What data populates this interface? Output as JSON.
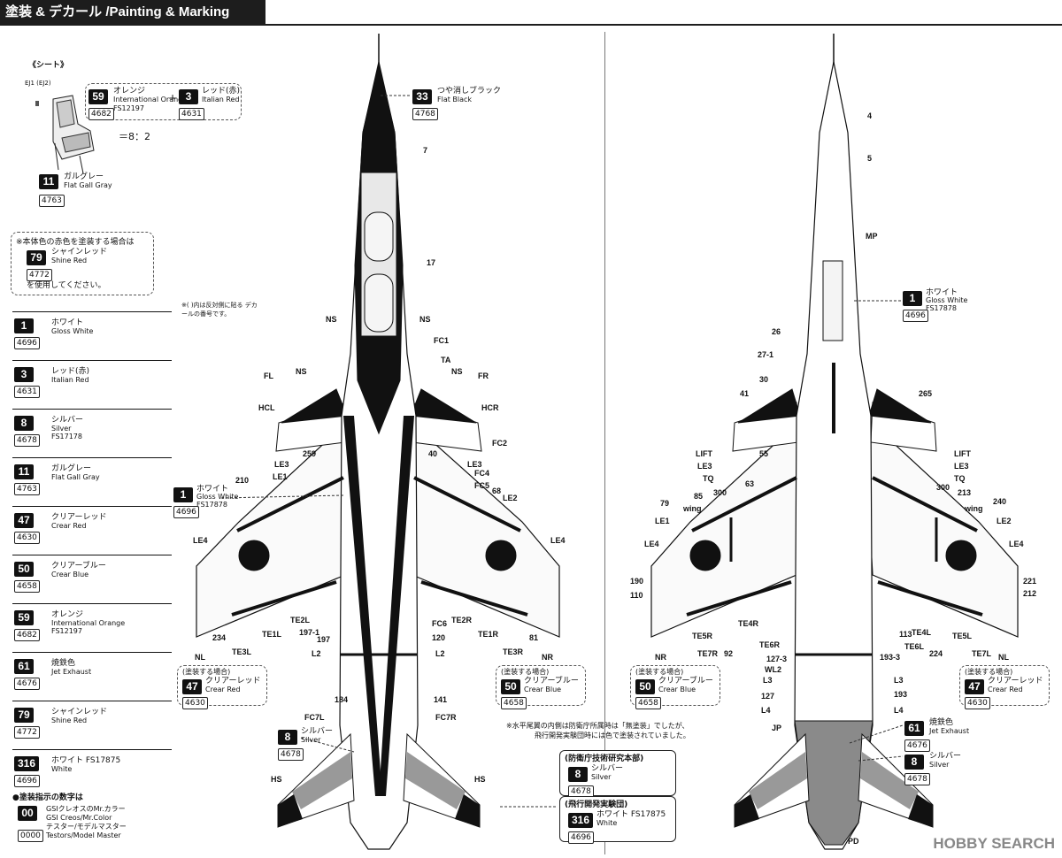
{
  "title": "塗装 & デカール /Painting & Marking",
  "sheet": {
    "heading": "《シート》",
    "ej_label": "EJ1 (EJ2)",
    "mix": {
      "a": {
        "num": "59",
        "name": "オレンジ",
        "en": "International Orange",
        "code": "4682",
        "fs": "FS12197"
      },
      "plus": "+",
      "b": {
        "num": "3",
        "name": "レッド(赤)",
        "en": "Italian Red",
        "code": "4631"
      },
      "ratio": "＝8：2"
    },
    "seat_color": {
      "num": "11",
      "name": "ガルグレー",
      "en": "Flat Gall Gray",
      "code": "4763"
    }
  },
  "body_note": {
    "line1": "※本体色の赤色を塗装する場合は",
    "num": "79",
    "name": "シャインレッド",
    "en": "Shine Red",
    "code": "4772",
    "line2": "を使用してください。"
  },
  "decal_note": "※( )内は反対側に貼る デカールの番号です。",
  "legend": [
    {
      "num": "1",
      "name": "ホワイト",
      "en": "Gloss White",
      "code": "4696",
      "fs": ""
    },
    {
      "num": "3",
      "name": "レッド(赤)",
      "en": "Italian Red",
      "code": "4631",
      "fs": ""
    },
    {
      "num": "8",
      "name": "シルバー",
      "en": "Silver",
      "code": "4678",
      "fs": "FS17178"
    },
    {
      "num": "11",
      "name": "ガルグレー",
      "en": "Flat Gall Gray",
      "code": "4763",
      "fs": ""
    },
    {
      "num": "47",
      "name": "クリアーレッド",
      "en": "Crear Red",
      "code": "4630",
      "fs": ""
    },
    {
      "num": "50",
      "name": "クリアーブルー",
      "en": "Crear Blue",
      "code": "4658",
      "fs": ""
    },
    {
      "num": "59",
      "name": "オレンジ",
      "en": "International Orange",
      "code": "4682",
      "fs": "FS12197"
    },
    {
      "num": "61",
      "name": "焼鉄色",
      "en": "Jet Exhaust",
      "code": "4676",
      "fs": ""
    },
    {
      "num": "79",
      "name": "シャインレッド",
      "en": "Shine Red",
      "code": "4772",
      "fs": ""
    },
    {
      "num": "316",
      "name": "ホワイト FS17875",
      "en": "White",
      "code": "4696",
      "fs": ""
    }
  ],
  "paint_key": {
    "heading": "●塗装指示の数字は",
    "a_num": "00",
    "a_text1": "GSIクレオスのMr.カラー",
    "a_text2": "GSI Creos/Mr.Color",
    "b_num": "0000",
    "b_text1": "テスター/モデルマスター",
    "b_text2": "Testors/Model Master"
  },
  "callouts": {
    "flat_black": {
      "num": "33",
      "name": "つや消しブラック",
      "en": "Flat Black",
      "code": "4768"
    },
    "gloss_white_l": {
      "num": "1",
      "name": "ホワイト",
      "en": "Gloss White",
      "code": "4696",
      "fs": "FS17878"
    },
    "gloss_white_r": {
      "num": "1",
      "name": "ホワイト",
      "en": "Gloss White",
      "code": "4696",
      "fs": "FS17878"
    },
    "clear_red_l": {
      "head": "(塗装する場合)",
      "num": "47",
      "name": "クリアーレッド",
      "en": "Crear Red",
      "code": "4630"
    },
    "clear_blue_l": {
      "head": "(塗装する場合)",
      "num": "50",
      "name": "クリアーブルー",
      "en": "Crear Blue",
      "code": "4658"
    },
    "clear_blue_r": {
      "head": "(塗装する場合)",
      "num": "50",
      "name": "クリアーブルー",
      "en": "Crear Blue",
      "code": "4658"
    },
    "clear_red_r": {
      "head": "(塗装する場合)",
      "num": "47",
      "name": "クリアーレッド",
      "en": "Crear Red",
      "code": "4630"
    },
    "silver_l": {
      "num": "8",
      "name": "シルバー",
      "en": "Silver",
      "code": "4678"
    },
    "jet_exhaust": {
      "num": "61",
      "name": "焼鉄色",
      "en": "Jet Exhaust",
      "code": "4676"
    },
    "silver_r": {
      "num": "8",
      "name": "シルバー",
      "en": "Silver",
      "code": "4678"
    }
  },
  "tail_note": {
    "line1": "※水平尾翼の内側は防衛庁所属時は「無塗装」でしたが、",
    "line2": "飛行開発実験団時には色で塗装されていました。"
  },
  "units": {
    "u1_title": "(防衛庁技術研究本部)",
    "u1": {
      "num": "8",
      "name": "シルバー",
      "en": "Silver",
      "code": "4678"
    },
    "u2_title": "(飛行開発実験団)",
    "u2": {
      "num": "316",
      "name": "ホワイト FS17875",
      "en": "White",
      "code": "4696"
    }
  },
  "labels_left": {
    "l7": "7",
    "l17": "17",
    "ns1": "NS",
    "ns2": "NS",
    "ns3": "NS",
    "ns4": "NS",
    "fc1": "FC1",
    "ta": "TA",
    "fl": "FL",
    "fr": "FR",
    "hcl": "HCL",
    "hcr": "HCR",
    "fc2": "FC2",
    "l259": "259",
    "l40": "40",
    "le3a": "LE3",
    "le3b": "LE3",
    "le1": "LE1",
    "l210": "210",
    "fc4": "FC4",
    "fc5": "FC5",
    "l68": "68",
    "le2": "LE2",
    "le4a": "LE4",
    "le4b": "LE4",
    "te2l": "TE2L",
    "te2r": "TE2R",
    "l197_1": "197-1",
    "l197": "197",
    "fc6": "FC6",
    "l120": "120",
    "te1l": "TE1L",
    "te1r": "TE1R",
    "l234": "234",
    "te3l": "TE3L",
    "te3r": "TE3R",
    "l81": "81",
    "nl": "NL",
    "nr": "NR",
    "l2a": "L2",
    "l2b": "L2",
    "l184": "184",
    "l141": "141",
    "fc7l": "FC7L",
    "fc7r": "FC7R",
    "hs1": "HS",
    "hs2": "HS"
  },
  "labels_right": {
    "l4": "4",
    "l5": "5",
    "mp": "MP",
    "l26": "26",
    "l27_1": "27-1",
    "l30": "30",
    "l41": "41",
    "l265": "265",
    "lift1": "LIFT",
    "lift2": "LIFT",
    "le3a": "LE3",
    "le3b": "LE3",
    "tq1": "TQ",
    "tq2": "TQ",
    "l55": "55",
    "l63": "63",
    "l79": "79",
    "l85": "85",
    "l300a": "300",
    "l300b": "300",
    "l213": "213",
    "l240": "240",
    "wing1": "wing",
    "wing2": "wing",
    "le1": "LE1",
    "le2": "LE2",
    "le4a": "LE4",
    "le4b": "LE4",
    "l190": "190",
    "l110": "110",
    "l221": "221",
    "l212": "212",
    "te5r": "TE5R",
    "te4r": "TE4R",
    "te7r": "TE7R",
    "l92": "92",
    "te6r": "TE6R",
    "l113": "113",
    "te4l": "TE4L",
    "te6l": "TE6L",
    "te5l": "TE5L",
    "l224": "224",
    "te7l": "TE7L",
    "nr": "NR",
    "nl": "NL",
    "l127_3": "127-3",
    "wl2": "WL2",
    "l193_3": "193-3",
    "l3a": "L3",
    "l3b": "L3",
    "l127": "127",
    "l193": "193",
    "l4a": "L4",
    "l4b": "L4",
    "jp": "JP",
    "pd": "PD"
  },
  "watermark": "HOBBY SEARCH"
}
